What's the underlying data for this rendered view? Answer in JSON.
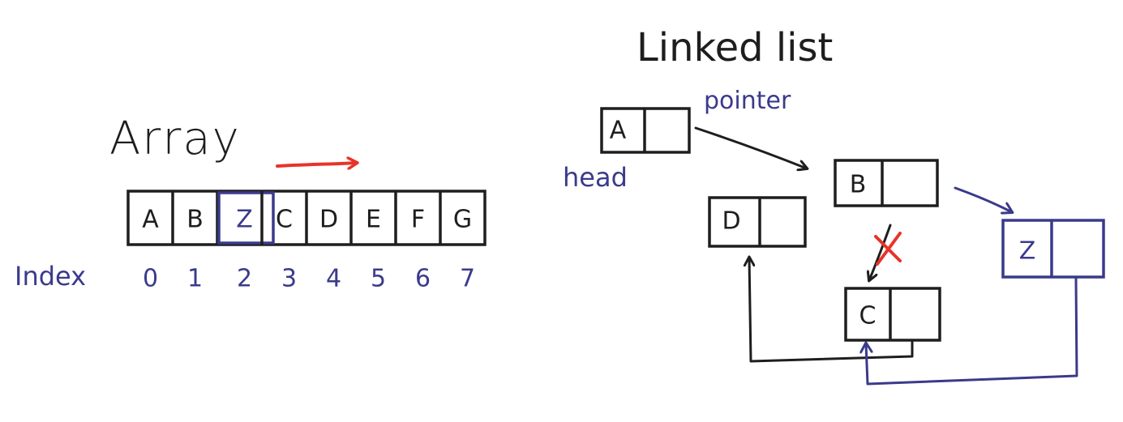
{
  "colors": {
    "ink": "#1e1e1e",
    "blue": "#3a3a8c",
    "red": "#e8332a"
  },
  "array": {
    "title": "Array",
    "index_label": "Index",
    "cells": [
      "A",
      "B",
      "Z",
      "C",
      "D",
      "E",
      "F",
      "G"
    ],
    "indices": [
      "0",
      "1",
      "2",
      "3",
      "4",
      "5",
      "6",
      "7"
    ],
    "highlighted_index": 2
  },
  "linked_list": {
    "title": "Linked list",
    "head_label": "head",
    "pointer_label": "pointer",
    "nodes": {
      "a": "A",
      "b": "B",
      "c": "C",
      "d": "D",
      "z": "Z"
    },
    "removed_marker": "removed-link-x"
  }
}
